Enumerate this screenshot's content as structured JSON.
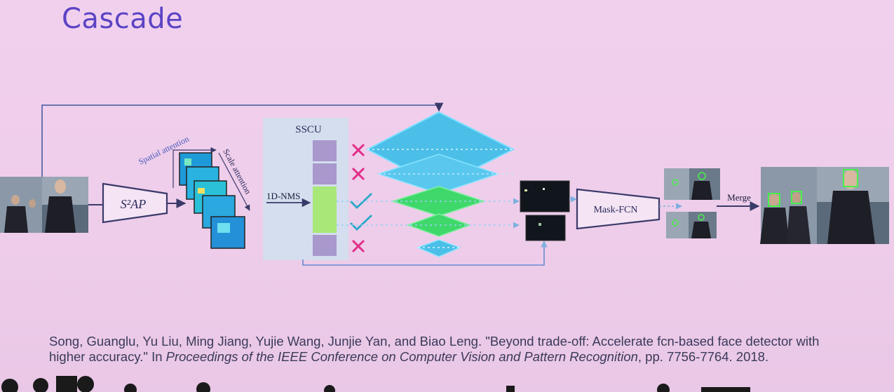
{
  "slide": {
    "title": "Cascade"
  },
  "diagram": {
    "s2ap_label": "S²AP",
    "spatial_attention_label": "Spatial attention",
    "scale_attention_label": "Scale attention",
    "sscu_label": "SSCU",
    "nms_label": "1D-NMS",
    "mask_fcn_label": "Mask-FCN",
    "merge_label": "Merge",
    "decisions": [
      "reject",
      "reject",
      "accept",
      "accept",
      "reject"
    ],
    "colors": {
      "arrow": "#5a5a8a",
      "reject": "#e0308a",
      "accept": "#2aa8c8",
      "layer_blue": "#4bbfe8",
      "layer_green": "#3fd86a",
      "sscu_cell_purple": "#a898cc",
      "sscu_cell_green": "#a8e878"
    }
  },
  "citation": {
    "part1": "Song, Guanglu, Yu Liu, Ming Jiang, Yujie Wang, Junjie Yan, and Biao Leng. \"Beyond trade-off: Accelerate fcn-based face detector with higher accuracy.\" In ",
    "venue": "Proceedings of the IEEE Conference on Computer Vision and Pattern Recognition",
    "part2": ", pp. 7756-7764. 2018."
  }
}
